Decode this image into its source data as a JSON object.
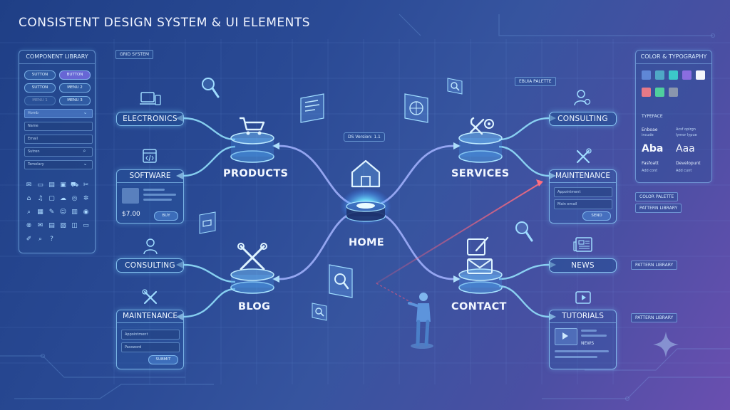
{
  "title": "CONSISTENT DESIGN SYSTEM & UI ELEMENTS",
  "grid_tag": "GRID SYSTEM",
  "component_library": {
    "title": "COMPONENT LIBRARY",
    "buttons": [
      "SUTTON",
      "BUTTON",
      "SUTTON",
      "MENU 2",
      "MENU 1",
      "MENU 3"
    ],
    "fields": [
      "Homb",
      "Name",
      "Email",
      "Sutren",
      "Temolary"
    ],
    "icons": [
      "mail-icon",
      "folder-icon",
      "document-icon",
      "image-icon",
      "cart-icon",
      "tools-icon",
      "home-icon",
      "bell-icon",
      "monitor-icon",
      "cloud-icon",
      "target-icon",
      "settings-icon",
      "search-icon",
      "calendar-icon",
      "wrench-icon",
      "people-icon",
      "id-card-icon",
      "location-icon",
      "close-icon",
      "envelope-icon",
      "clipboard-icon",
      "box-icon",
      "chat-icon",
      "card-icon",
      "pen-icon",
      "zoom-icon",
      "help-icon"
    ]
  },
  "palette_tag": "EBUIA PALETTE",
  "color_typography": {
    "title": "COLOR & TYPOGRAPHY",
    "swatches_row1": [
      "#5f87d6",
      "#4fa8c6",
      "#3cc7c9",
      "#8a6de0",
      "#f4f6fb"
    ],
    "swatches_row2": [
      "#e77987",
      "#4fcf9e",
      "#8a96ad"
    ],
    "typeface_label": "TYPEFACE",
    "type_left_title": "Enboae",
    "type_left_sub": "incude",
    "type_right_title": "Acsf opirgn",
    "type_right_sub": "lymor lypue",
    "sample_left": "Aba",
    "sample_right": "Aaa",
    "bottom_left_title": "Fasfoatt",
    "bottom_left_sub": "Add cont",
    "bottom_right_title": "Developunt",
    "bottom_right_sub": "Add cunt"
  },
  "right_tags": [
    "COLOR PALETTE",
    "PATTERN LIBRARY"
  ],
  "pattern_tag_1": "PATTERN LIBRARY",
  "pattern_tag_2": "PATTERN LIBRARY",
  "ds_version": "DS Version: 1.1",
  "hubs": {
    "products": "PRODUCTS",
    "services": "SERVICES",
    "home": "HOME",
    "blog": "BLOG",
    "contact": "CONTACT"
  },
  "left_nodes": {
    "electronics": "ELECTRONICS",
    "software": "SOFTWARE",
    "software_price": "$7.00",
    "software_buy": "BUY",
    "consulting": "CONSULTING",
    "maintenance": "MAINTENANCE",
    "maint_field1": "Appointment",
    "maint_field2": "Password",
    "maint_submit": "SUBMIT"
  },
  "right_nodes": {
    "consulting": "CONSULTING",
    "maintenance": "MAINTENANCE",
    "maint_field1": "Appointment",
    "maint_field2": "Main email",
    "maint_send": "SEND",
    "news": "NEWS",
    "tutorials": "TUTORIALS",
    "tut_news": "NEWS"
  }
}
